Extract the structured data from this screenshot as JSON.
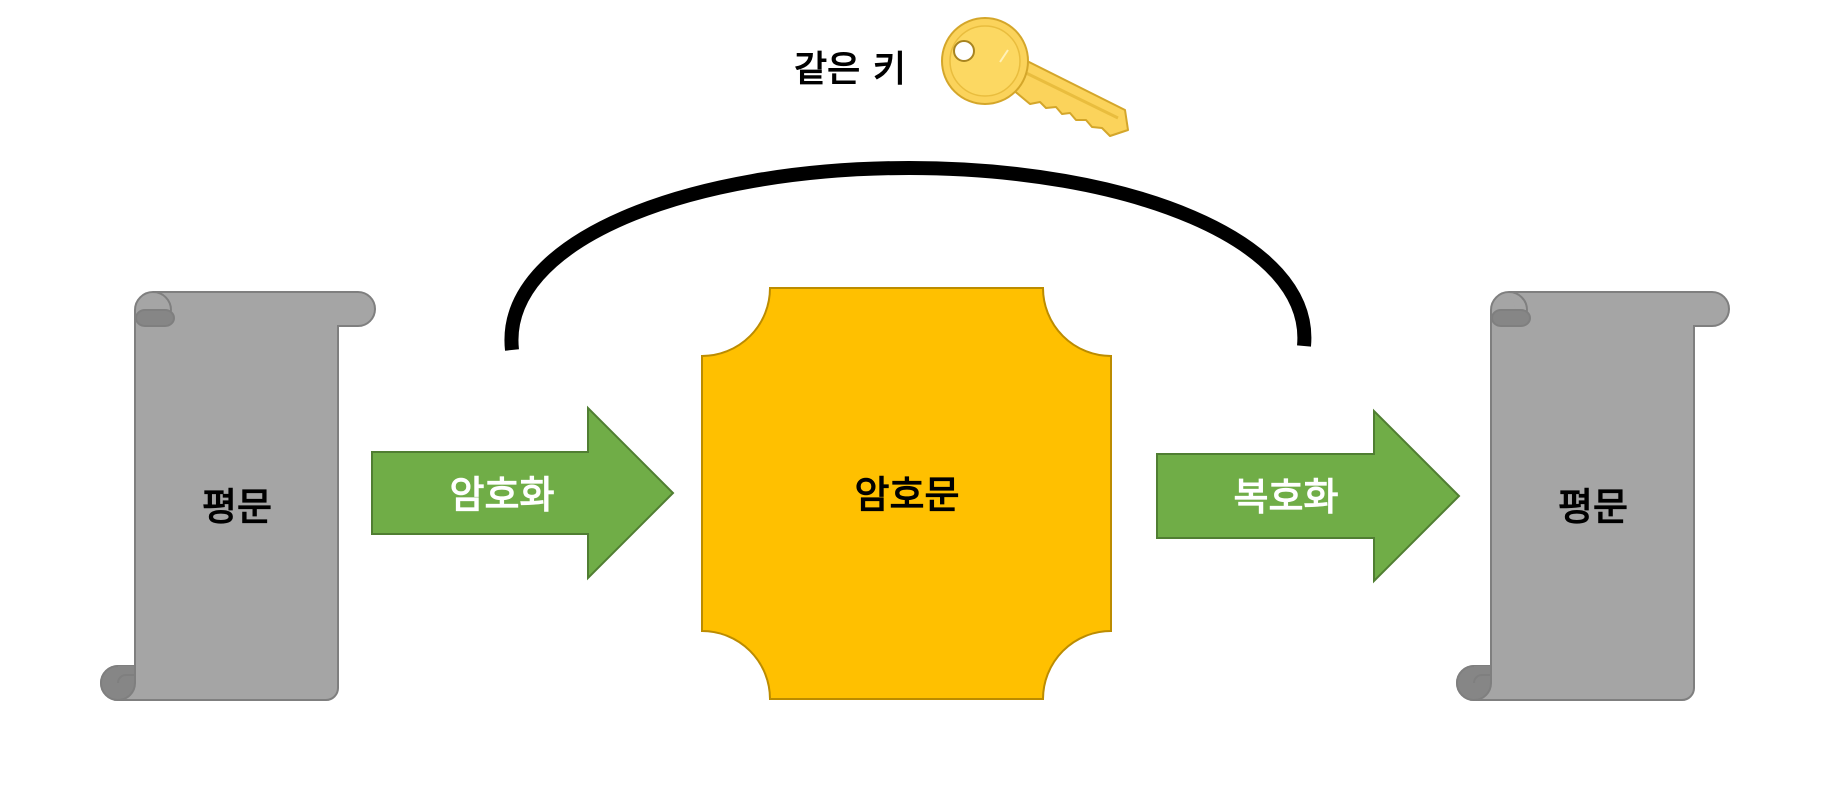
{
  "diagram": {
    "key_label": "같은 키",
    "left_doc_label": "평문",
    "encrypt_label": "암호화",
    "cipher_label": "암호문",
    "decrypt_label": "복호화",
    "right_doc_label": "평문"
  },
  "colors": {
    "scroll_fill": "#a5a5a5",
    "scroll_stroke": "#7f7f7f",
    "scroll_curl": "#868686",
    "arrow_fill": "#70ad47",
    "arrow_stroke": "#507e32",
    "cipher_fill": "#ffc000",
    "cipher_stroke": "#bc8c00",
    "key_fill": "#fbd35b",
    "key_stroke": "#d4a62a",
    "arc_stroke": "#000000",
    "text_dark": "#000000",
    "text_light": "#ffffff"
  },
  "icons": {
    "key": "key-icon",
    "scroll": "scroll-icon"
  }
}
